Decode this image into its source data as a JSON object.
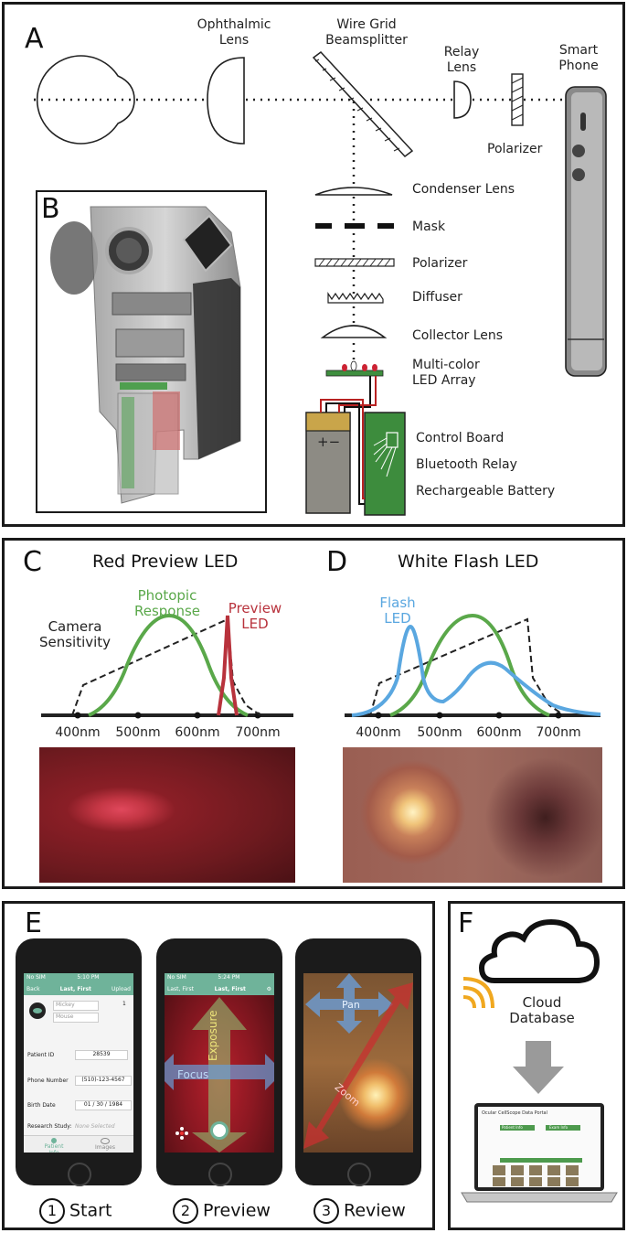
{
  "panels": {
    "a": "A",
    "b": "B",
    "c": "C",
    "d": "D",
    "e": "E",
    "f": "F"
  },
  "optics": {
    "ophthalmic_lens": [
      "Ophthalmic",
      "Lens"
    ],
    "beamsplitter": [
      "Wire Grid",
      "Beamsplitter"
    ],
    "relay_lens": [
      "Relay",
      "Lens"
    ],
    "smart_phone": [
      "Smart",
      "Phone"
    ],
    "polarizer_top": "Polarizer",
    "condenser": "Condenser Lens",
    "mask": "Mask",
    "polarizer": "Polarizer",
    "diffuser": "Diffuser",
    "collector": "Collector Lens",
    "led_array": [
      "Multi-color",
      "LED Array"
    ],
    "control_board": "Control Board",
    "bluetooth": "Bluetooth Relay",
    "battery": "Rechargeable Battery",
    "battery_sign": "+−"
  },
  "spectra": {
    "red_title": "Red Preview LED",
    "white_title": "White Flash LED",
    "camera": [
      "Camera",
      "Sensitivity"
    ],
    "photopic": [
      "Photopic",
      "Response"
    ],
    "preview_led": [
      "Preview",
      "LED"
    ],
    "flash_led": [
      "Flash",
      "LED"
    ],
    "ticks_c": [
      "400nm",
      "500nm",
      "600nm",
      "700nm"
    ],
    "ticks_d": [
      "400nm",
      "500nm",
      "600nm",
      "700nm"
    ],
    "colors": {
      "photopic": "#5aa84a",
      "preview": "#b8323c",
      "flash": "#5aa7e0",
      "camera": "#222222"
    }
  },
  "app": {
    "start": {
      "carrier": "No SIM",
      "time": "5:10 PM",
      "back": "Back",
      "title": "Last, First",
      "upload": "Upload",
      "first_name": "Mickey",
      "last_name": "Mouse",
      "count": "1",
      "patient_id_label": "Patient ID",
      "patient_id": "28539",
      "phone_label": "Phone Number",
      "phone": "(510)-123-4567",
      "birth_label": "Birth Date",
      "birth_m": "01",
      "birth_d": "30",
      "birth_y": "1984",
      "study_label": "Research Study:",
      "study_value": "None Selected",
      "tab1": "Patient Info",
      "tab2": "Images"
    },
    "preview": {
      "carrier": "No SIM",
      "time": "5:24 PM",
      "back": "Last, First",
      "title": "Last, First",
      "exposure": "Exposure",
      "focus": "Focus"
    },
    "review": {
      "pan": "Pan",
      "zoom": "Zoom"
    },
    "steps": [
      {
        "num": "1",
        "label": "Start"
      },
      {
        "num": "2",
        "label": "Preview"
      },
      {
        "num": "3",
        "label": "Review"
      }
    ]
  },
  "cloud": {
    "label": [
      "Cloud",
      "Database"
    ],
    "portal_title": "Ocular CellScope Data Portal",
    "patient_info": "Patient Info",
    "exam_info": "Exam Info"
  }
}
